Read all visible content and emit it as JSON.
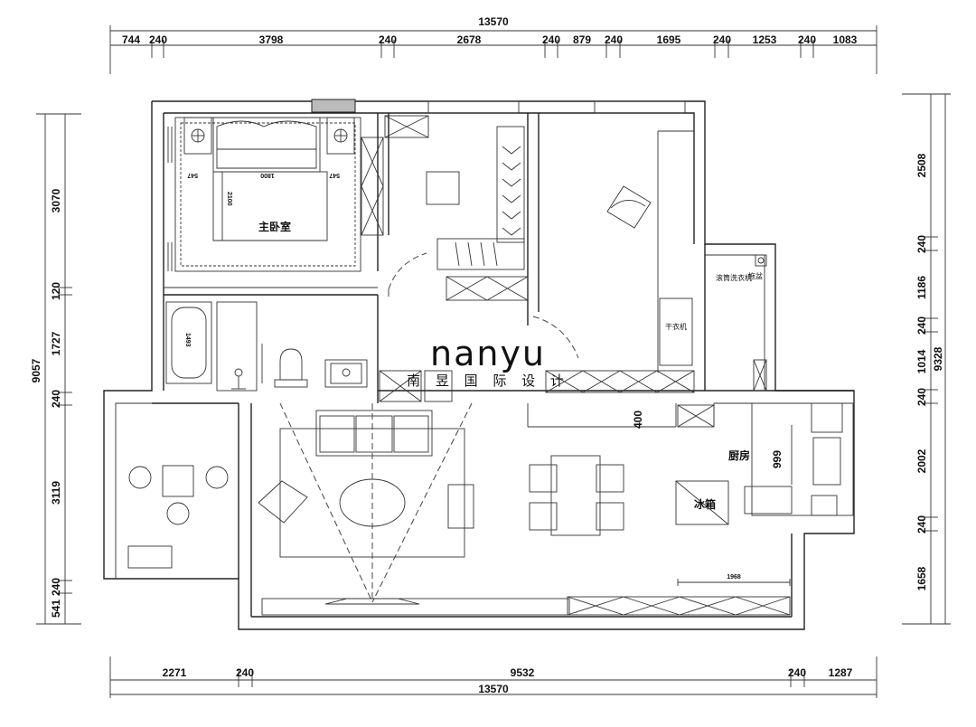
{
  "dimensions": {
    "top_total": "13570",
    "top_segments": [
      "744",
      "240",
      "3798",
      "240",
      "2678",
      "240",
      "879",
      "240",
      "1695",
      "240",
      "1253",
      "240",
      "1083"
    ],
    "bottom_segments": [
      "2271",
      "240",
      "9532",
      "240",
      "1287"
    ],
    "bottom_total": "13570",
    "left_total": "9057",
    "left_segments": [
      "3070",
      "120",
      "1727",
      "240",
      "3119",
      "240",
      "541"
    ],
    "right_total": "9328",
    "right_segments": [
      "2508",
      "240",
      "1186",
      "240",
      "1014",
      "240",
      "2002",
      "240",
      "1658"
    ]
  },
  "labels": {
    "master_bedroom": "主卧室",
    "kitchen": "厨房",
    "fridge": "冰箱",
    "dryer": "干衣机",
    "washer": "滚筒洗衣机",
    "mop_sink": "拖盆",
    "bed_width": "1800",
    "bed_length": "2100",
    "nightstand_left": "547",
    "nightstand_right": "547",
    "bathtub_len": "1493",
    "dim_400": "400",
    "dim_999": "999",
    "dim_1968": "1968"
  },
  "logo": {
    "main": "nanyu",
    "sub": "南 昱 国 际 设 计"
  }
}
